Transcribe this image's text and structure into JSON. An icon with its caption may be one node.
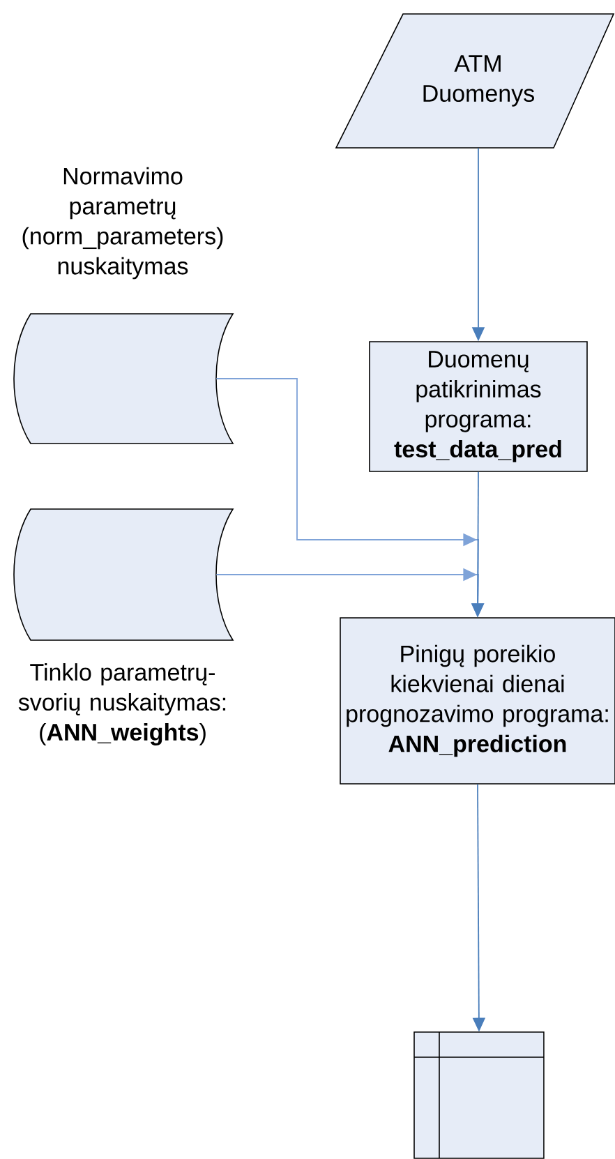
{
  "diagram": {
    "nodes": [
      {
        "text": [
          "ATM Duomenys"
        ]
      },
      {
        "text": [
          "Duomenų patikrinimas programa: **test_data_pred**"
        ]
      },
      {
        "text": [
          "Normavimo parametrų (norm_parameters) nuskaitymas"
        ]
      },
      {
        "text": [
          "Tinklo parametrų- svorių nuskaitymas: (**ANN_weights**)"
        ]
      },
      {
        "text": [
          "Pinigų poreikio kiekvienai dienai prognozavimo programa: **ANN_prediction**"
        ]
      },
      {
        "text": [],
        "shape": "box"
      }
    ],
    "edges": [
      {
        "from": 0,
        "to": 1,
        "arrow": "to"
      },
      {
        "from": 1,
        "to": 4,
        "arrow": "to"
      },
      {
        "from": 2,
        "to": 4,
        "arrow": "to",
        "color": "#7fa3d8"
      },
      {
        "from": 3,
        "to": 4,
        "arrow": "to",
        "color": "#7fa3d8"
      },
      {
        "from": 4,
        "to": 5,
        "arrow": "to"
      }
    ]
  }
}
